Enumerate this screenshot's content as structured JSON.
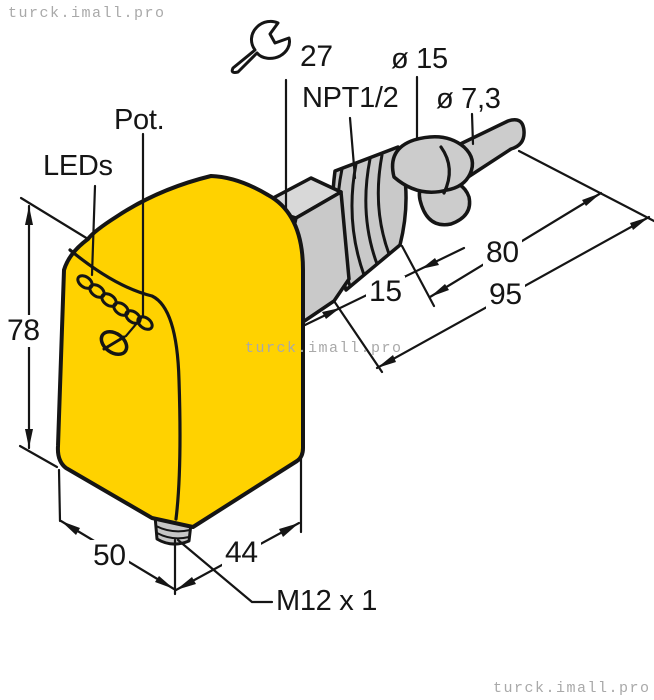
{
  "watermark": {
    "text": "turck.imall.pro"
  },
  "callouts": {
    "leds": "LEDs",
    "pot": "Pot.",
    "wrench_size": "27",
    "thread_spec": "NPT1/2",
    "paddle_diameter": "ø 15",
    "tip_diameter": "ø 7,3",
    "connector_thread": "M12 x 1"
  },
  "dimensions": {
    "body_height": "78",
    "body_width": "50",
    "body_depth": "44",
    "thread_length": "15",
    "probe_length": "80",
    "total_probe_length": "95"
  },
  "colors": {
    "body_yellow": "#FFD200",
    "metal_gray": "#C9C9C9",
    "metal_gray_light": "#D8D8D8",
    "outline": "#151515",
    "watermark_gray": "#A9A9A9"
  }
}
